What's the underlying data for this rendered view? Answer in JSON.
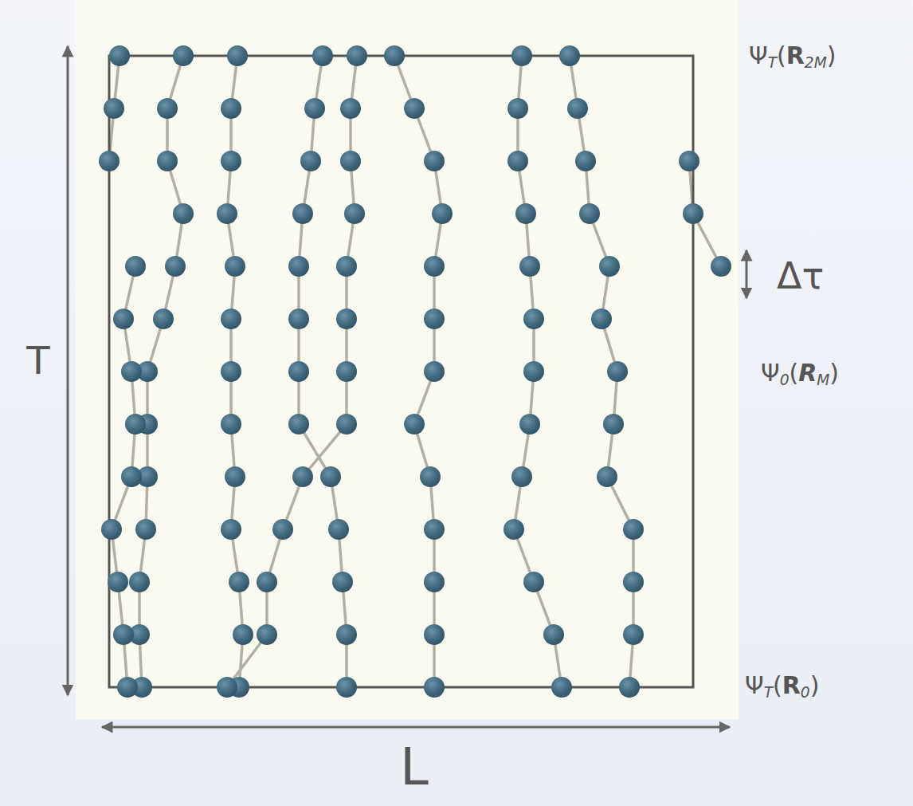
{
  "diagram": {
    "labels": [
      "ΨT(R2M)",
      "Δτ",
      "Ψ0(RM)",
      "ΨT(R0)",
      "T",
      "L"
    ]
  }
}
